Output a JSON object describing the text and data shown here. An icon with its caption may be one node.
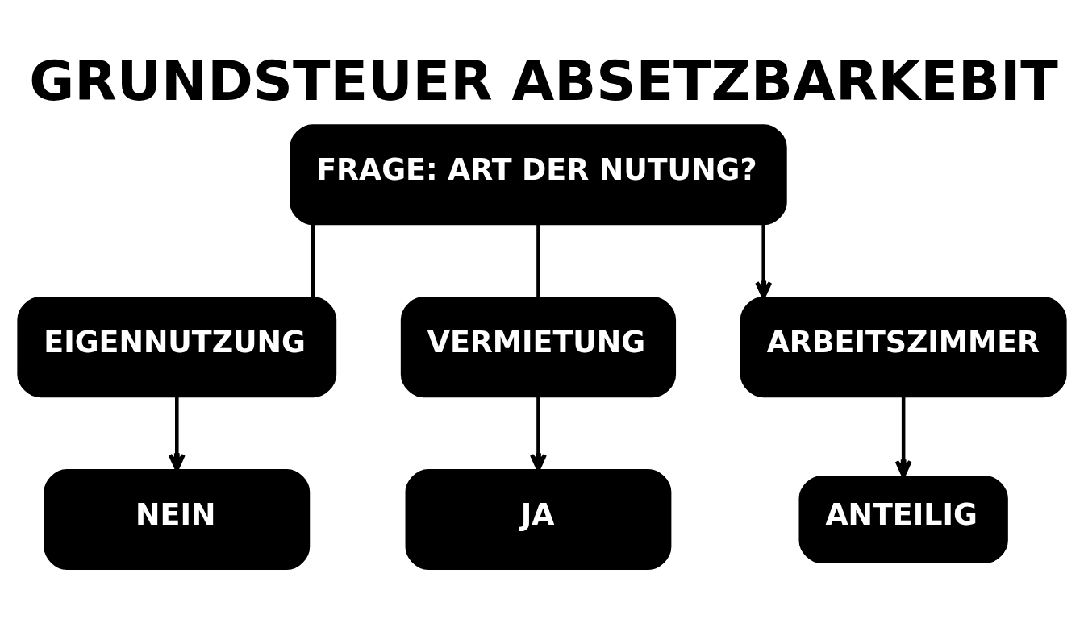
{
  "diagram": {
    "title": "GRUNDSTEUER ABSETZBARKEBIT",
    "nodes": [
      {
        "text": [
          "FRAGE: ART DER NUTUNG?"
        ]
      },
      {
        "text": [
          "EIGENNUTZUNG"
        ]
      },
      {
        "text": [
          "VERMIETUNG"
        ]
      },
      {
        "text": [
          "ARBEITSZIMMER"
        ]
      },
      {
        "text": [
          "NEIN"
        ]
      },
      {
        "text": [
          "JA"
        ]
      },
      {
        "text": [
          "ANTEILIG"
        ]
      }
    ],
    "edges": [
      {
        "from": 0,
        "to": 1,
        "arrow": "none"
      },
      {
        "from": 0,
        "to": 2,
        "arrow": "none"
      },
      {
        "from": 0,
        "to": 3,
        "arrow": "to"
      },
      {
        "from": 1,
        "to": 4,
        "arrow": "to"
      },
      {
        "from": 2,
        "to": 5,
        "arrow": "to"
      },
      {
        "from": 3,
        "to": 6,
        "arrow": "to"
      }
    ]
  }
}
